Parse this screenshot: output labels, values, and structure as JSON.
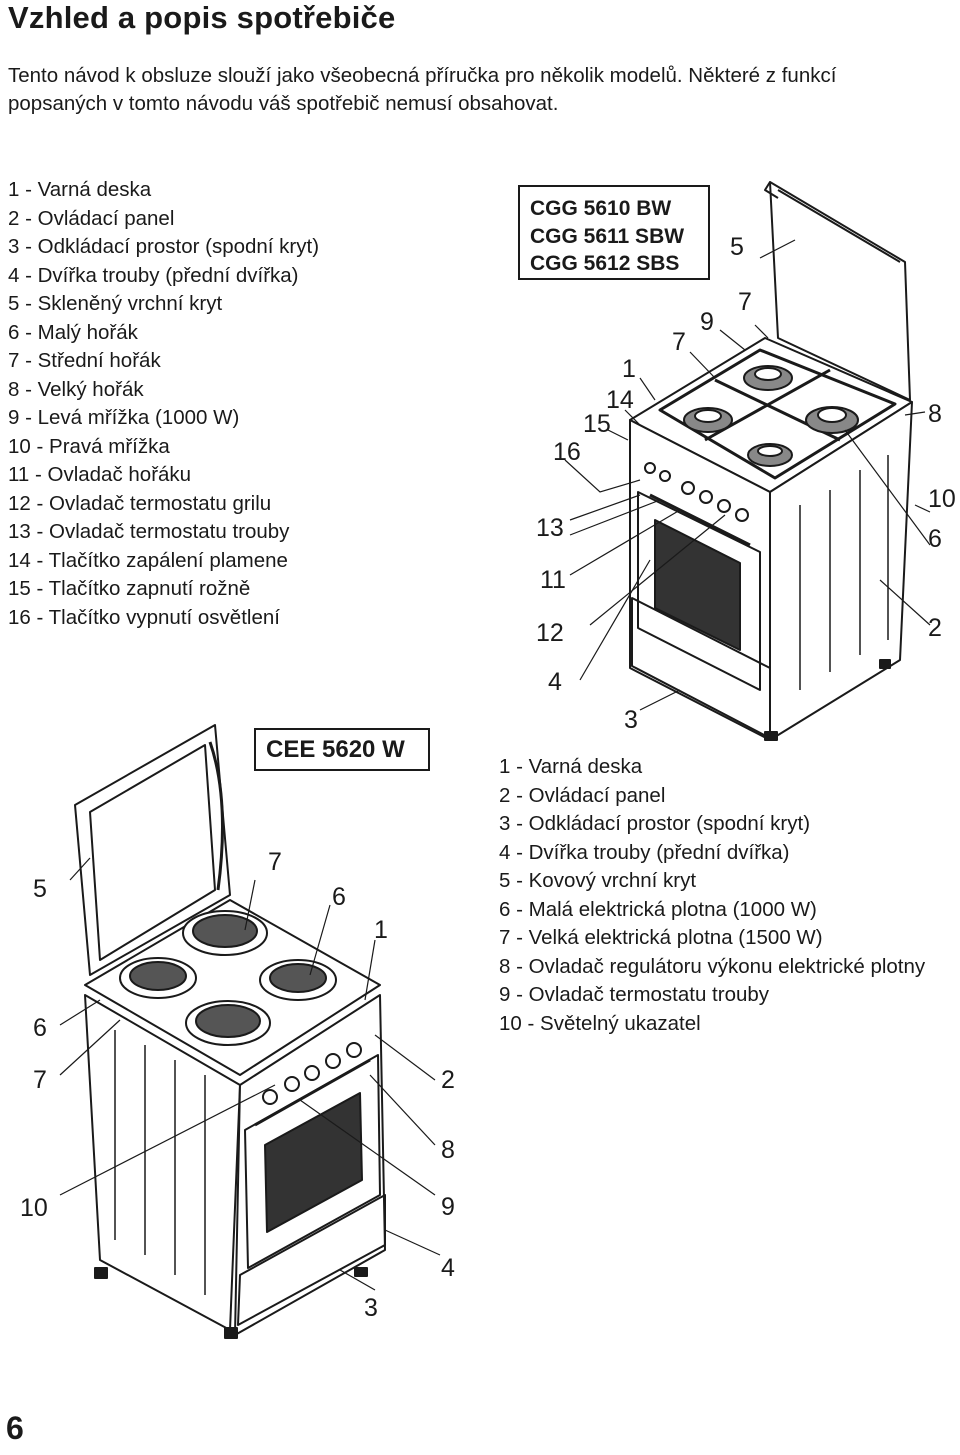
{
  "page": {
    "title": "Vzhled a popis spotřebiče",
    "intro": "Tento návod k obsluze slouží jako všeobecná příručka pro několik modelů. Některé z funkcí popsaných v tomto návodu váš spotřebič nemusí obsahovat.",
    "page_number": "6"
  },
  "gas_section": {
    "models": [
      "CGG 5610 BW",
      "CGG 5611 SBW",
      "CGG 5612 SBS"
    ],
    "legend": [
      "1 - Varná deska",
      "2 - Ovládací panel",
      "3 - Odkládací prostor (spodní kryt)",
      "4 - Dvířka trouby (přední dvířka)",
      "5 - Skleněný vrchní kryt",
      "6 - Malý hořák",
      "7 - Střední hořák",
      "8 - Velký hořák",
      "9 - Levá mřížka (1000 W)",
      "10 - Pravá mřížka",
      "11 - Ovladač hořáku",
      "12 - Ovladač termostatu grilu",
      "13 - Ovladač termostatu trouby",
      "14 - Tlačítko zapálení plamene",
      "15 - Tlačítko zapnutí rožně",
      "16 - Tlačítko vypnutí osvětlení"
    ],
    "callouts": [
      "5",
      "7",
      "9",
      "7",
      "1",
      "14",
      "15",
      "16",
      "8",
      "10",
      "6",
      "13",
      "11",
      "2",
      "12",
      "4",
      "3"
    ]
  },
  "electric_section": {
    "model": "CEE 5620 W",
    "legend": [
      "1 - Varná deska",
      "2 - Ovládací panel",
      "3 - Odkládací prostor (spodní kryt)",
      "4 - Dvířka trouby (přední dvířka)",
      "5 - Kovový vrchní kryt",
      "6 - Malá elektrická plotna (1000 W)",
      "7 - Velká elektrická plotna (1500 W)",
      "8 - Ovladač regulátoru výkonu elektrické plotny",
      "9 - Ovladač termostatu trouby",
      "10 - Světelný ukazatel"
    ],
    "callouts": [
      "5",
      "7",
      "6",
      "1",
      "6",
      "7",
      "2",
      "8",
      "10",
      "9",
      "4",
      "3"
    ]
  }
}
